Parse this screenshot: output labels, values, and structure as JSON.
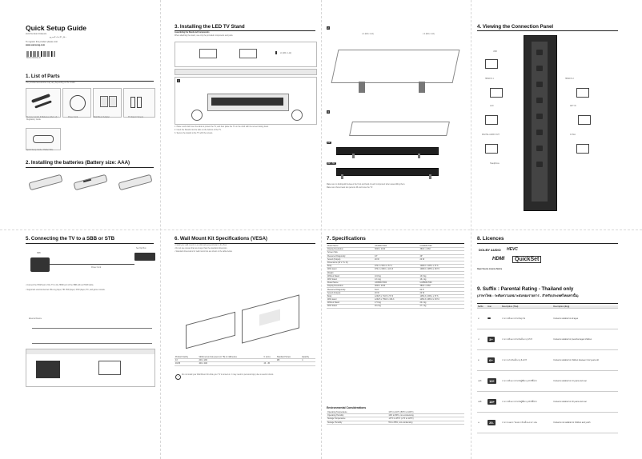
{
  "colors": {
    "heading": "#111111",
    "rule": "#222222",
    "panel": "#1f1f1f",
    "accent": "#333333"
  },
  "cover": {
    "title": "Quick Setup Guide",
    "subtitle": "Hızlı Kurulum Kılavuzu",
    "subtitle_ar": "دليل الإعداد السريع",
    "register_text": "To register this product please visit",
    "url": "www.samsung.com",
    "barcode_code": "BN68-09600E-00"
  },
  "sections": {
    "s1": {
      "num": "1.",
      "title": "List of Parts",
      "note": "The provided accessories may vary depending on the model.",
      "items": [
        "Remote Control & Batteries (AAA x 2) / Regulatory Guide",
        "Power Cord",
        "Wall Mount Adapter",
        "TV Stand / Screws",
        "Quick Setup Guide / Holder Wire"
      ]
    },
    "s2": {
      "num": "2.",
      "title": "Installing the batteries (Battery size: AAA)"
    },
    "s3": {
      "num": "3.",
      "title": "Installing the LED TV Stand",
      "sub": "Assembling the Stand and Components",
      "note": "When attaching the stand, use only the provided components and parts.",
      "screw_label": "x4 (M4 x L12)",
      "steps": [
        "Place a soft cloth over the table to protect the TV, and then place the TV on the cloth with the screen facing down.",
        "Insert the Stands into the slots on the bottom of the TV.",
        "Secure the stands to the TV with the screws."
      ],
      "screw_a": "x 2 (M4 x L12)",
      "screw_b": "x 2 (M4 x L12)",
      "angle_a": "43\"",
      "angle_b": "49\" / 55\"",
      "foot_note": [
        "Make sure to distinguish between the front and back of each component when assembling them.",
        "Make sure that at least two persons lift and move the TV."
      ]
    },
    "s4": {
      "num": "4.",
      "title": "Viewing the Connection Panel",
      "labels": [
        "USB",
        "HDMI IN 1",
        "HDMI IN 2",
        "LAN",
        "ANT IN",
        "DIGITAL AUDIO OUT",
        "CI Slot",
        "Headphone"
      ]
    },
    "s5": {
      "num": "5.",
      "title": "Connecting the TV to a SBB or STB",
      "labels": [
        "Set-Top Box",
        "SBB",
        "Power Cord",
        "External Device"
      ],
      "notes": [
        "Connect the HDMI port of the TV to the HDMI port of the SBB with an HDMI cable.",
        "Supported external devices: Blu-ray player, HD DVD player, DVD player, PC, and game console."
      ]
    },
    "s6": {
      "num": "6.",
      "title": "Wall Mount Kit Specifications (VESA)",
      "notes": [
        "Install your wall mount on a solid wall perpendicular to the floor.",
        "Do not use screws that are longer than the standard dimension.",
        "Standard dimensions for wall mount kits are shown in the table below."
      ],
      "table_head": [
        "Product Family",
        "VESA screw hole specs (A * B) in millimetres",
        "C (mm)",
        "Standard Screw",
        "Quantity"
      ],
      "table_rows": [
        [
          "43",
          "200 x 200",
          "",
          "M8",
          "4"
        ],
        [
          "49-55",
          "400 x 400",
          "43 - 45",
          "",
          ""
        ]
      ],
      "warning": "Do not install your Wall Mount Kit while your TV is turned on. It may result in personal injury due to electric shock."
    },
    "s7": {
      "num": "7.",
      "title": "Specifications",
      "rows": [
        [
          "Model Name",
          "UA43MU7000",
          "UA49MU7000"
        ],
        [
          "Display Resolution",
          "3840 x 2160",
          "3840 x 2160"
        ],
        [
          "Screen Size",
          "",
          ""
        ],
        [
          "Measured Diagonally",
          "43\"",
          "49\""
        ],
        [
          "Sound (Output)",
          "20 W",
          "20 W"
        ],
        [
          "Dimensions (W x H x D)",
          "",
          ""
        ],
        [
          "Body",
          "970.4 x 563.4 x 57.4",
          "1098.0 x 635.4 x 57.6"
        ],
        [
          "With stand",
          "970.4 x 608.1 x 221.6",
          "1098.0 x 685.6 x 267.5"
        ],
        [
          "Weight",
          "",
          ""
        ],
        [
          "Without Stand",
          "10.8 kg",
          "13.8 kg"
        ],
        [
          "With Stand",
          "13.1 kg",
          "16.1 kg"
        ],
        [
          "Model Name",
          "UA55MU7000",
          "UA65MU7000"
        ],
        [
          "Display Resolution",
          "3840 x 2160",
          "3840 x 2160"
        ],
        [
          "Measured Diagonally",
          "54.6\"",
          "64.5\""
        ],
        [
          "Sound (Output)",
          "20 W",
          "20 W"
        ],
        [
          "Body",
          "1232.5 x 710.5 x 57.6",
          "1456.3 x 836.1 x 57.6"
        ],
        [
          "With stand",
          "1232.5 x 759.8 x 316.3",
          "1456.3 x 883.0 x 337.0"
        ],
        [
          "Without Stand",
          "17.6 kg",
          "24.4 kg"
        ],
        [
          "With Stand",
          "20.2 kg",
          "27.1 kg"
        ]
      ],
      "env_title": "Environmental Considerations",
      "env": [
        [
          "Operating Temperature",
          "10°C to 40°C (50°F to 104°F)"
        ],
        [
          "Operating Humidity",
          "10% to 80%, non-condensing"
        ],
        [
          "Storage Temperature",
          "-20°C to 45°C (-4°F to 113°F)"
        ],
        [
          "Storage Humidity",
          "5% to 95%, non-condensing"
        ]
      ]
    },
    "s8": {
      "num": "8.",
      "title": "Licences",
      "logos": [
        "DOLBY AUDIO",
        "HEVC",
        "HDMI",
        "QuickSet"
      ],
      "text": "Open Source Licence Notice"
    },
    "s9": {
      "num": "9.",
      "title": "Suffix : Parental Rating - Thailand only",
      "title_th": "(ภาษาไทย : ระดับความเหมาะสมของรายการ - สำหรับประเทศไทยเท่านั้น)",
      "head": [
        "Suffix",
        "Icon",
        "Description (Thai)",
        "Description (Eng)"
      ],
      "rows": [
        [
          "ท",
          "",
          "รายการที่เหมาะสำหรับทุกวัย",
          "Contents suitable for all ages"
        ],
        [
          "ป",
          "3+",
          "รายการที่เหมาะสำหรับเด็กอายุ 3-5 ปี",
          "Contents suitable for preschool aged children"
        ],
        [
          "ด",
          "6+",
          "รายการสำหรับเด็กอายุ 6-12 ปี",
          "Contents suitable for children between 6-12 years old"
        ],
        [
          "น13",
          "13+",
          "รายการที่เหมาะสำหรับผู้ที่มีอายุ 13 ปีขึ้นไป",
          "Contents suitable for 13 years and over"
        ],
        [
          "น18",
          "18+",
          "รายการที่เหมาะสำหรับผู้ที่มีอายุ 18 ปีขึ้นไป",
          "Contents suitable for 18 years and over"
        ],
        [
          "ฉ",
          "20-",
          "รายการเฉพาะ ไม่เหมาะกับเด็กและเยาวชน",
          "Contents not suitable for children and youth"
        ]
      ]
    }
  }
}
